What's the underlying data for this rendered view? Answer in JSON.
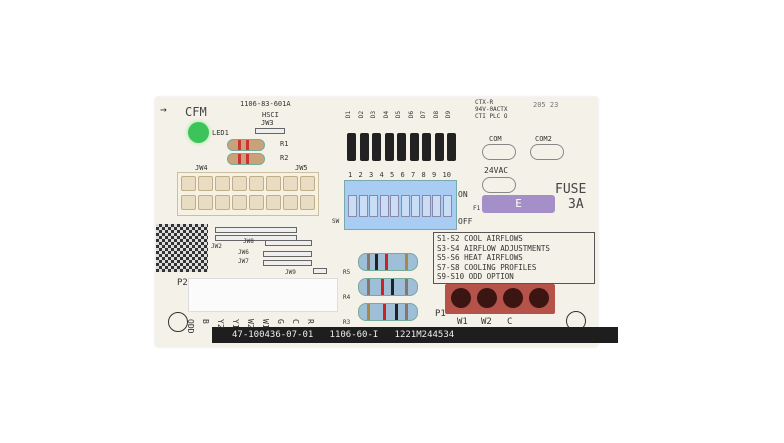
{
  "board": {
    "cfm": "CFM",
    "part": "1106-83-601A",
    "model": "HSCI",
    "led": "LED1",
    "jw3": "JW3",
    "r1": "R1",
    "r2": "R2",
    "jw4": "JW4",
    "jw5": "JW5",
    "cert1": "CTX-R",
    "cert2": "94V-0ACTX",
    "cert3": "CTI PLC O",
    "date": "205 23",
    "com": "COM",
    "com2": "COM2",
    "vac": "24VAC",
    "fuse": "FUSE",
    "fuse_rating": "3A",
    "fuse_letter": "E",
    "f1": "F1",
    "diodes": [
      "D1",
      "D2",
      "D3",
      "D4",
      "D5",
      "D6",
      "D7",
      "D8",
      "D9"
    ],
    "dip_numbers": [
      "1",
      "2",
      "3",
      "4",
      "5",
      "6",
      "7",
      "8",
      "9",
      "10"
    ],
    "on": "ON",
    "off": "OFF",
    "sw": "SW",
    "jw2": "JW2",
    "jw8": "JW8",
    "jw6": "JW6",
    "jw7": "JW7",
    "jw9": "JW9",
    "r5": "R5",
    "r4": "R4",
    "r3": "R3",
    "legend": [
      "S1-S2 COOL AIRFLOWS",
      "S3-S4 AIRFLOW ADJUSTMENTS",
      "S5-S6 HEAT AIRFLOWS",
      "S7-S8 COOLING PROFILES",
      "S9-S10 ODD OPTION"
    ],
    "p1": "P1",
    "p1_pins": [
      "W1",
      "W2",
      "C"
    ],
    "p2": "P2",
    "p2_pins": [
      "ODD",
      "B",
      "Y2",
      "Y1",
      "W2",
      "W1",
      "G",
      "C",
      "R"
    ],
    "serial": "47-100436-07-01   1106-60-I   1221M244534"
  },
  "colors": {
    "board": "#f4f1e8",
    "led": "#3cc45a",
    "dip": "#a9cdf2",
    "fuse": "#a58fc8",
    "p1": "#b5534a",
    "bar": "#1e1e1e"
  }
}
